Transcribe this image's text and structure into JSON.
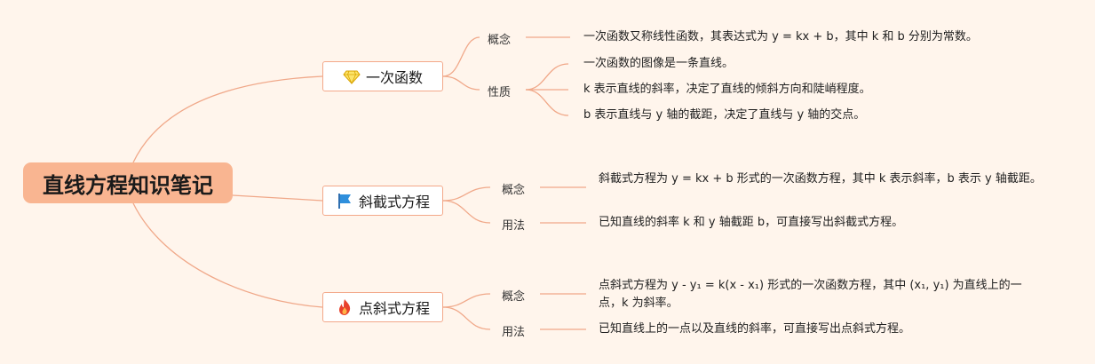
{
  "root": {
    "label": "直线方程知识笔记"
  },
  "colors": {
    "background": "#fff5ec",
    "root_fill": "#f9b591",
    "branch_border": "#f3a889",
    "link": "#f0a889"
  },
  "branches": [
    {
      "icon": "diamond-icon",
      "label": "一次函数",
      "groups": [
        {
          "label": "概念",
          "items": [
            "一次函数又称线性函数，其表达式为 y = kx + b，其中 k 和 b 分别为常数。"
          ]
        },
        {
          "label": "性质",
          "items": [
            "一次函数的图像是一条直线。",
            "k 表示直线的斜率，决定了直线的倾斜方向和陡峭程度。",
            "b 表示直线与 y 轴的截距，决定了直线与 y 轴的交点。"
          ]
        }
      ]
    },
    {
      "icon": "flag-icon",
      "label": "斜截式方程",
      "groups": [
        {
          "label": "概念",
          "items": [
            "斜截式方程为 y = kx + b 形式的一次函数方程，其中 k 表示斜率，b 表示 y 轴截距。"
          ]
        },
        {
          "label": "用法",
          "items": [
            "已知直线的斜率 k 和 y 轴截距 b，可直接写出斜截式方程。"
          ]
        }
      ]
    },
    {
      "icon": "fire-icon",
      "label": "点斜式方程",
      "groups": [
        {
          "label": "概念",
          "items": [
            "点斜式方程为 y - y₁ = k(x - x₁) 形式的一次函数方程，其中 (x₁, y₁) 为直线上的一点，k 为斜率。"
          ]
        },
        {
          "label": "用法",
          "items": [
            "已知直线上的一点以及直线的斜率，可直接写出点斜式方程。"
          ]
        }
      ]
    }
  ]
}
